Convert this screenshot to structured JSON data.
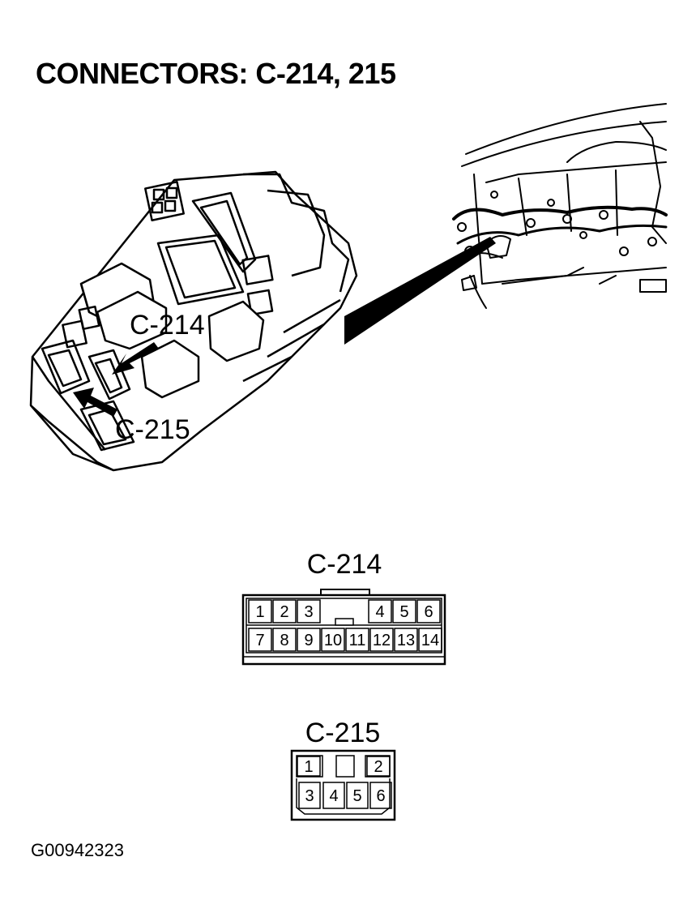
{
  "title": "CONNECTORS: C-214, 215",
  "figure_id": "G00942323",
  "callouts": {
    "c214": "C-214",
    "c215": "C-215"
  },
  "connectors": {
    "c214": {
      "label": "C-214",
      "top_row": [
        "1",
        "2",
        "3",
        "4",
        "5",
        "6"
      ],
      "bottom_row": [
        "7",
        "8",
        "9",
        "10",
        "11",
        "12",
        "13",
        "14"
      ]
    },
    "c215": {
      "label": "C-215",
      "top_row": [
        "1",
        "2"
      ],
      "bottom_row": [
        "3",
        "4",
        "5",
        "6"
      ]
    }
  }
}
